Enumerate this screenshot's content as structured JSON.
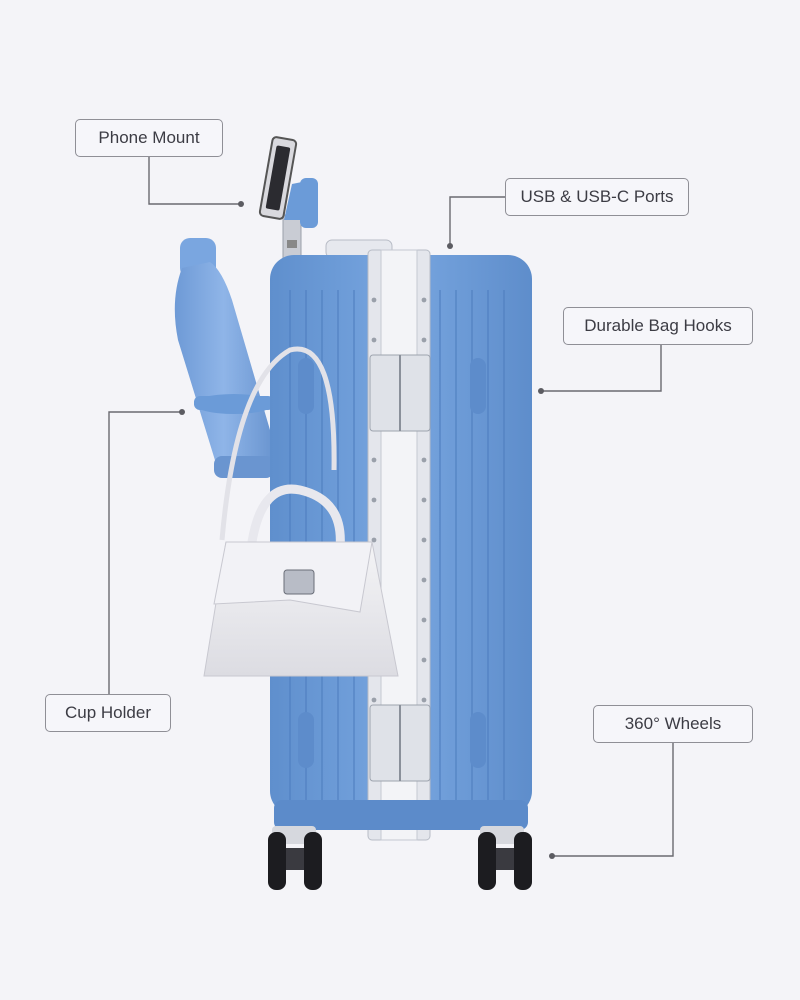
{
  "callouts": {
    "phone_mount": "Phone Mount",
    "usb_ports": "USB & USB-C Ports",
    "bag_hooks": "Durable Bag Hooks",
    "cup_holder": "Cup Holder",
    "wheels": "360° Wheels"
  },
  "colors": {
    "background": "#f4f4f8",
    "suitcase": "#6b9bd8",
    "frame": "#e2e4ea",
    "bag": "#ececf0",
    "wheels": "#1c1c20",
    "leader": "#6a6a70"
  }
}
